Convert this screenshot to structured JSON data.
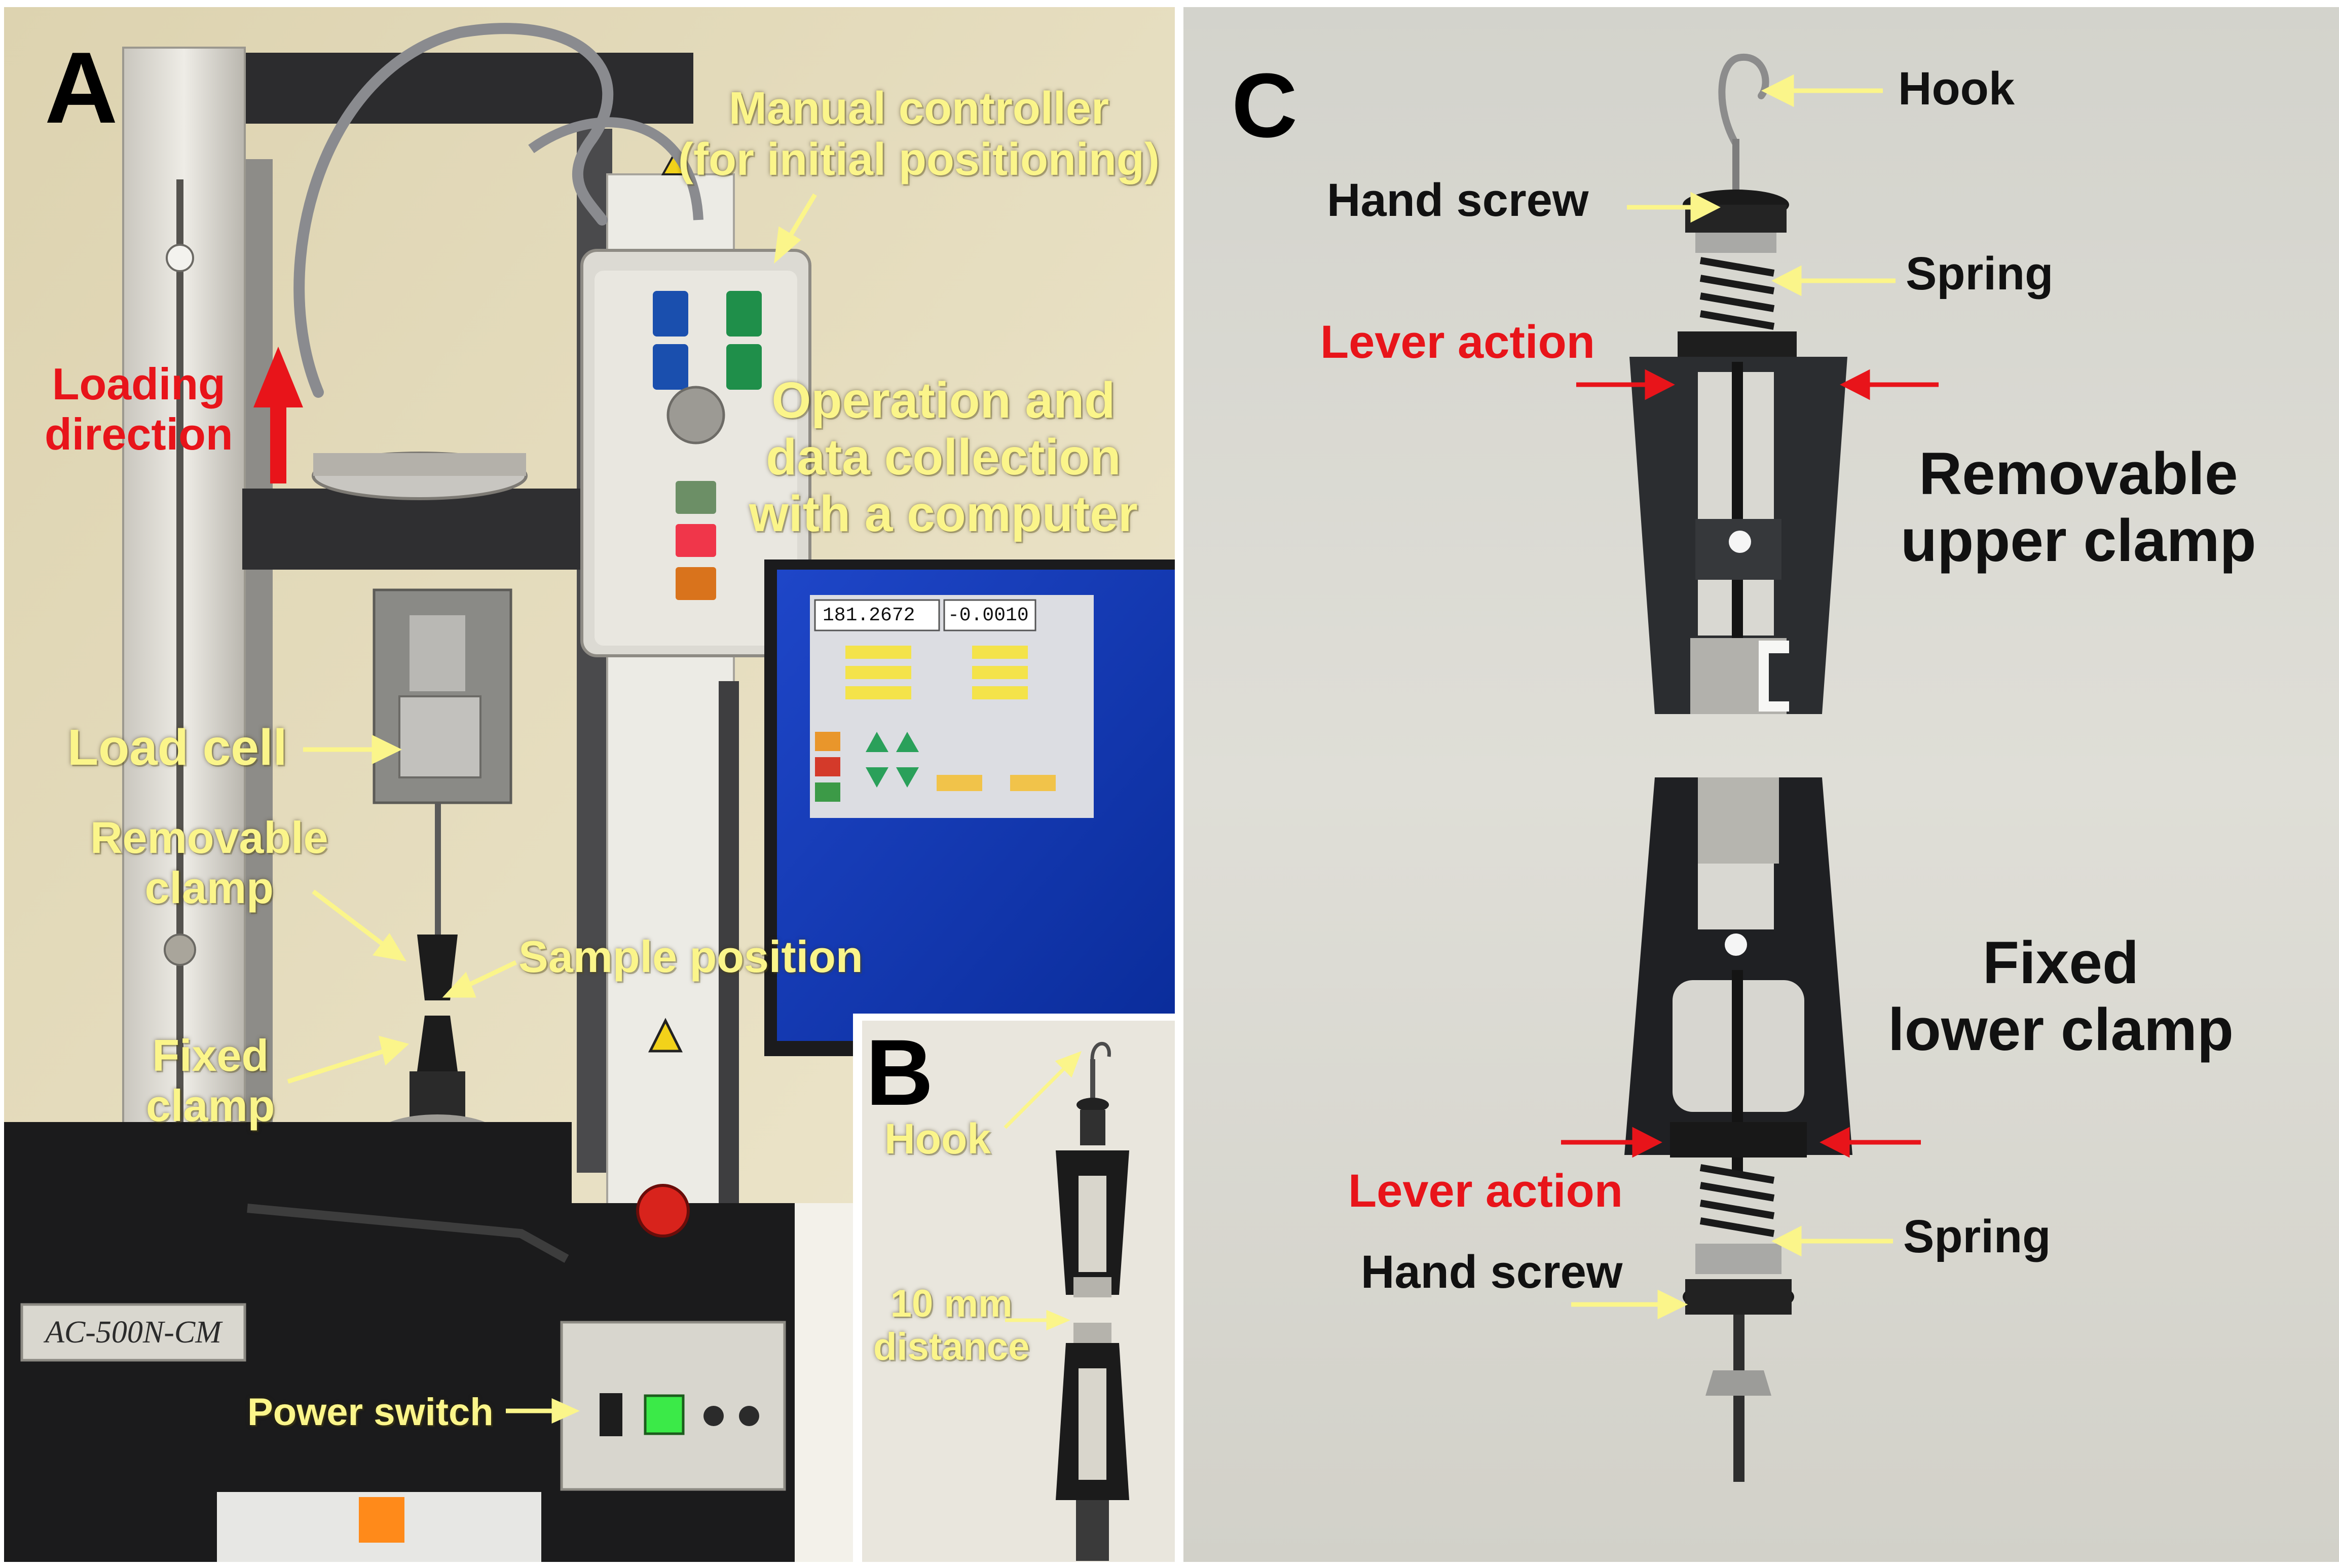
{
  "panel_a": {
    "letter": "A",
    "labels": {
      "manual_controller": "Manual controller",
      "manual_controller_note": "(for initial positioning)",
      "loading_direction_1": "Loading",
      "loading_direction_2": "direction",
      "operation_1": "Operation and",
      "operation_2": "data collection",
      "operation_3": "with a computer",
      "load_cell": "Load cell",
      "removable_clamp_1": "Removable",
      "removable_clamp_2": "clamp",
      "sample_position": "Sample position",
      "fixed_clamp_1": "Fixed",
      "fixed_clamp_2": "clamp",
      "power_switch": "Power switch"
    },
    "device_text": {
      "model_plate": "AC-500N-CM",
      "monitor_reading_1": "181.2672",
      "monitor_reading_2": "-0.0010"
    }
  },
  "panel_b": {
    "letter": "B",
    "labels": {
      "hook": "Hook",
      "distance_1": "10 mm",
      "distance_2": "distance"
    }
  },
  "panel_c": {
    "letter": "C",
    "labels": {
      "hook": "Hook",
      "hand_screw_top": "Hand screw",
      "spring_top": "Spring",
      "lever_action_top": "Lever action",
      "removable_upper_clamp_1": "Removable",
      "removable_upper_clamp_2": "upper clamp",
      "fixed_lower_clamp_1": "Fixed",
      "fixed_lower_clamp_2": "lower clamp",
      "lever_action_bottom": "Lever action",
      "spring_bottom": "Spring",
      "hand_screw_bottom": "Hand screw"
    }
  },
  "colors": {
    "annotation_yellow": "#fbf58a",
    "annotation_red": "#e8141a",
    "annotation_black": "#111111",
    "panel_c_background": "#dcdbd4",
    "wall": "#e6dfc2"
  }
}
